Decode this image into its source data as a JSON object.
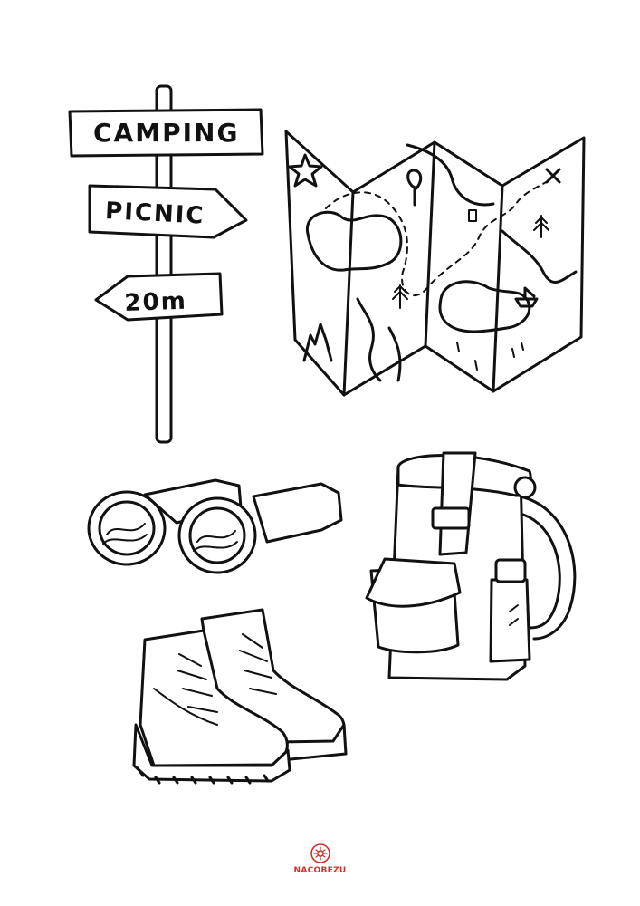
{
  "signpost": {
    "sign_top": "CAMPING",
    "sign_middle": "PICNIC",
    "sign_bottom": "20m"
  },
  "icons": {
    "signpost": "signpost-icon",
    "map": "map-icon",
    "binoculars": "binoculars-icon",
    "backpack": "backpack-icon",
    "boots": "hiking-boots-icon",
    "logo": "nacobezu-logo-icon"
  },
  "brand": {
    "name": "NACOBEZU",
    "color": "#d4302a"
  },
  "colors": {
    "ink": "#111111",
    "background": "#ffffff"
  }
}
